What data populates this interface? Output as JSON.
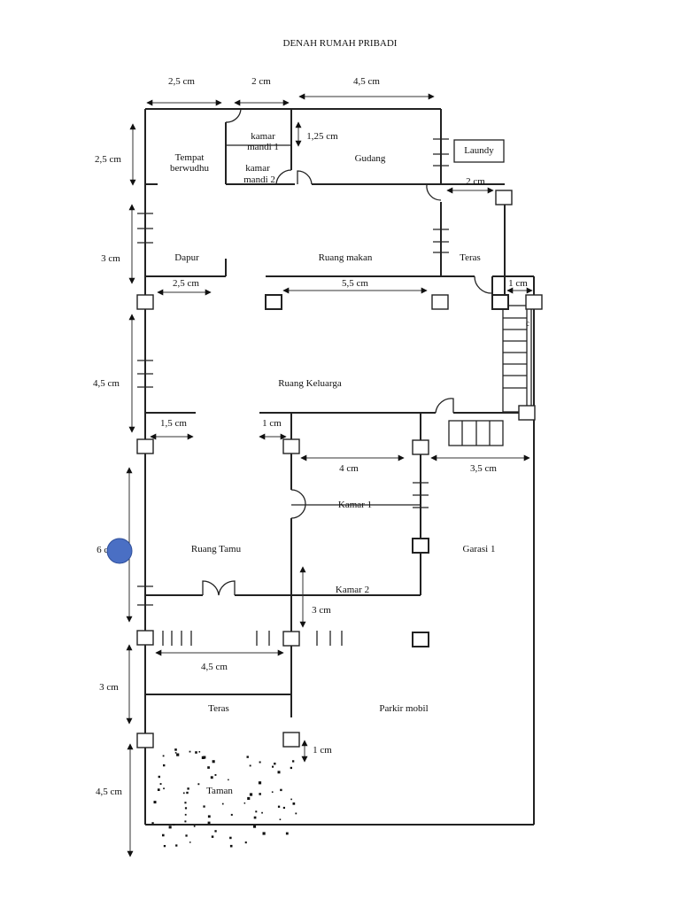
{
  "title": "DENAH RUMAH PRIBADI",
  "rooms": {
    "tempat_berwudhu": [
      "Tempat",
      "berwudhu"
    ],
    "kamar_mandi_1": [
      "kamar",
      "mandi 1"
    ],
    "kamar_mandi_2": [
      "kamar",
      "mandi 2"
    ],
    "gudang": "Gudang",
    "laundy": "Laundy",
    "dapur": "Dapur",
    "ruang_makan": "Ruang makan",
    "teras_belakang": "Teras",
    "ruang_keluarga": "Ruang Keluarga",
    "kamar_1": "Kamar 1",
    "kamar_2": "Kamar 2",
    "ruang_tamu": "Ruang Tamu",
    "garasi_1": "Garasi 1",
    "teras_depan": "Teras",
    "parkir_mobil": "Parkir mobil",
    "taman": "Taman"
  },
  "dimensions": {
    "top_1": "2,5 cm",
    "top_2": "2 cm",
    "top_3": "4,5 cm",
    "left_1": "2,5 cm",
    "left_2": "3 cm",
    "left_3": "4,5 cm",
    "left_4": "6 cm",
    "left_5": "3 cm",
    "left_6": "4,5 cm",
    "kamar_mandi_height": "1,25 cm",
    "teras_width": "2 cm",
    "dapur_width": "2,5 cm",
    "ruang_makan_width": "5,5 cm",
    "stair_width": "1 cm",
    "ruang_tamu_door": "1,5 cm",
    "corridor": "1 cm",
    "kamar_width": "4 cm",
    "garasi_width": "3,5 cm",
    "kamar_2_depth": "3 cm",
    "teras_depan_width": "4,5 cm",
    "taman_gap": "1 cm"
  },
  "markers": {
    "stair_note": "c",
    "highlight_color": "#4a6fc4"
  }
}
